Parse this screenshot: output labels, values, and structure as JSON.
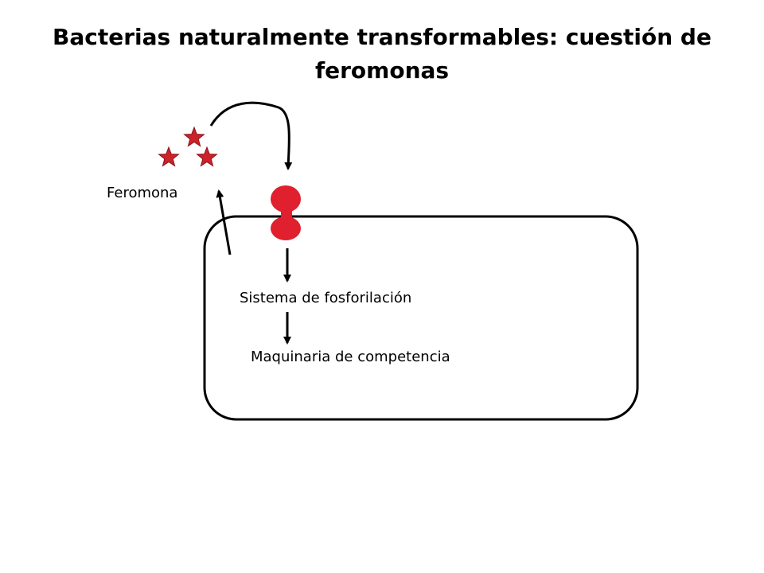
{
  "title": "Bacterias naturalmente transformables: cuestión de feromonas",
  "labels": {
    "pheromone": "Feromona",
    "phosphorylation": "Sistema de fosforilación",
    "competence": "Maquinaria de competencia"
  },
  "colors": {
    "pheromone_star": "#cc2229",
    "receptor": "#e0202e",
    "outline": "#000000",
    "background": "#ffffff"
  },
  "icons": {
    "pheromone": "star-icon",
    "receptor": "receptor-icon"
  }
}
